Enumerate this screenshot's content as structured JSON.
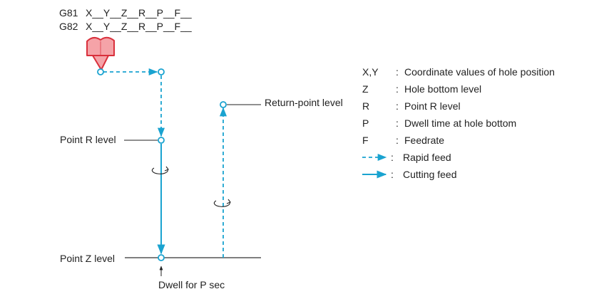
{
  "colors": {
    "path": "#1aa3d0",
    "tool_fill": "#f5a3a8",
    "tool_stroke": "#d9303c",
    "text": "#222222",
    "baseline": "#555555"
  },
  "commands": [
    {
      "code": "G81",
      "params": "X__Y__Z__R__P__F__"
    },
    {
      "code": "G82",
      "params": "X__Y__Z__R__P__F__"
    }
  ],
  "labels": {
    "return_point": "Return-point level",
    "point_r": "Point R level",
    "point_z": "Point Z level",
    "dwell": "Dwell for P sec"
  },
  "icons": {
    "tool": "drill-tool-icon",
    "spindle_rotation": "rotation-arrow-icon"
  },
  "legend": [
    {
      "key": "X,Y",
      "desc": "Coordinate values of hole position"
    },
    {
      "key": "Z",
      "desc": "Hole bottom level"
    },
    {
      "key": "R",
      "desc": "Point R level"
    },
    {
      "key": "P",
      "desc": "Dwell time at hole bottom"
    },
    {
      "key": "F",
      "desc": "Feedrate"
    }
  ],
  "line_legend": [
    {
      "style": "dashed",
      "desc": "Rapid feed"
    },
    {
      "style": "solid",
      "desc": "Cutting feed"
    }
  ]
}
